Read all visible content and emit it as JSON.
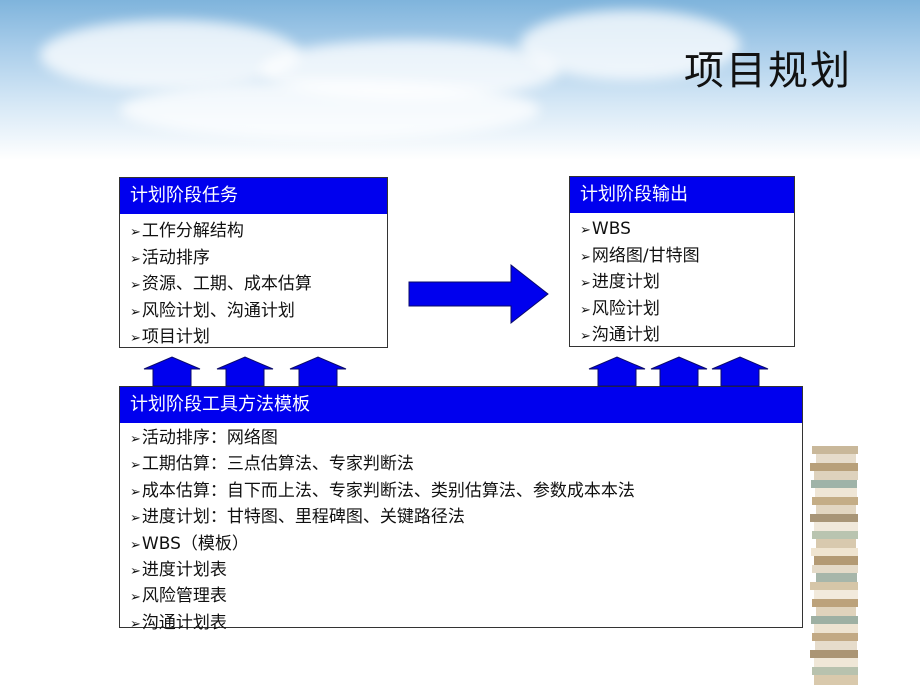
{
  "title": "项目规划",
  "bullet": "➢",
  "tasks": {
    "heading": "计划阶段任务",
    "items": [
      "工作分解结构",
      "活动排序",
      "资源、工期、成本估算",
      "风险计划、沟通计划",
      "项目计划"
    ]
  },
  "outputs": {
    "heading": "计划阶段输出",
    "items": [
      "WBS",
      "网络图/甘特图",
      "进度计划",
      "风险计划",
      "沟通计划"
    ]
  },
  "tools": {
    "heading": "计划阶段工具方法模板",
    "items": [
      "活动排序：网络图",
      "工期估算：三点估算法、专家判断法",
      "成本估算：自下而上法、专家判断法、类别估算法、参数成本本法",
      "进度计划：甘特图、里程碑图、关键路径法",
      "WBS（模板）",
      "进度计划表",
      "风险管理表",
      "沟通计划表"
    ]
  },
  "colors": {
    "box_blue": "#0000ee",
    "arrow_blue": "#0000ee"
  }
}
